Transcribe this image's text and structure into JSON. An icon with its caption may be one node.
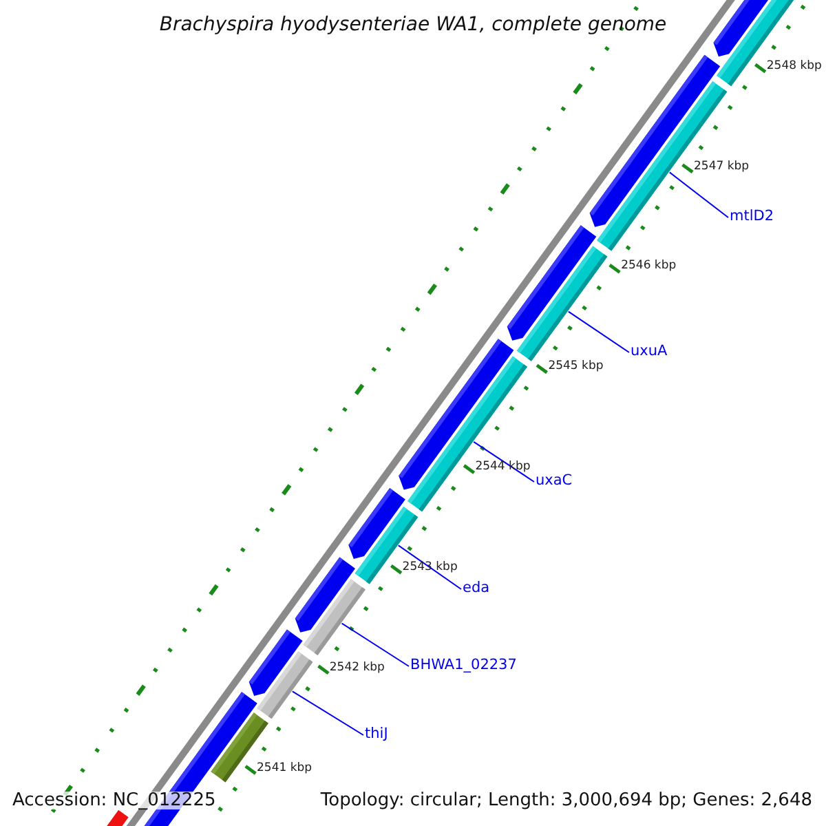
{
  "diagram": {
    "title": "Brachyspira hyodysenteriae WA1, complete genome",
    "nodes": [
      {
        "text": [
          "mtlD2"
        ]
      },
      {
        "text": [
          "uxuA"
        ]
      },
      {
        "text": [
          "uxaC"
        ]
      },
      {
        "text": [
          "eda"
        ]
      },
      {
        "text": [
          "BHWA1_02237"
        ]
      },
      {
        "text": [
          "thiJ"
        ]
      },
      {
        "text": [],
        "shape": "bar"
      },
      {
        "text": [],
        "shape": "bar"
      },
      {
        "text": [],
        "shape": "bar"
      },
      {
        "text": [],
        "shape": "bar"
      },
      {
        "text": [],
        "shape": "bar"
      },
      {
        "text": [],
        "shape": "bar"
      },
      {
        "text": [],
        "shape": "bar"
      },
      {
        "text": [],
        "shape": "bar"
      }
    ],
    "edges": [
      {
        "from": 0,
        "to": 7,
        "arrow": "none"
      },
      {
        "from": 1,
        "to": 8,
        "arrow": "none"
      },
      {
        "from": 2,
        "to": 9,
        "arrow": "none"
      },
      {
        "from": 3,
        "to": 10,
        "arrow": "none"
      },
      {
        "from": 4,
        "to": 11,
        "arrow": "none"
      },
      {
        "from": 5,
        "to": 12,
        "arrow": "none"
      }
    ],
    "labels": [
      "2548 kbp",
      "2547 kbp",
      "2546 kbp",
      "2545 kbp",
      "2544 kbp",
      "2543 kbp",
      "2542 kbp",
      "2541 kbp",
      "Accession: NC_012225",
      "Topology: circular; Length: 3,000,694 bp; Genes: 2,648"
    ]
  }
}
